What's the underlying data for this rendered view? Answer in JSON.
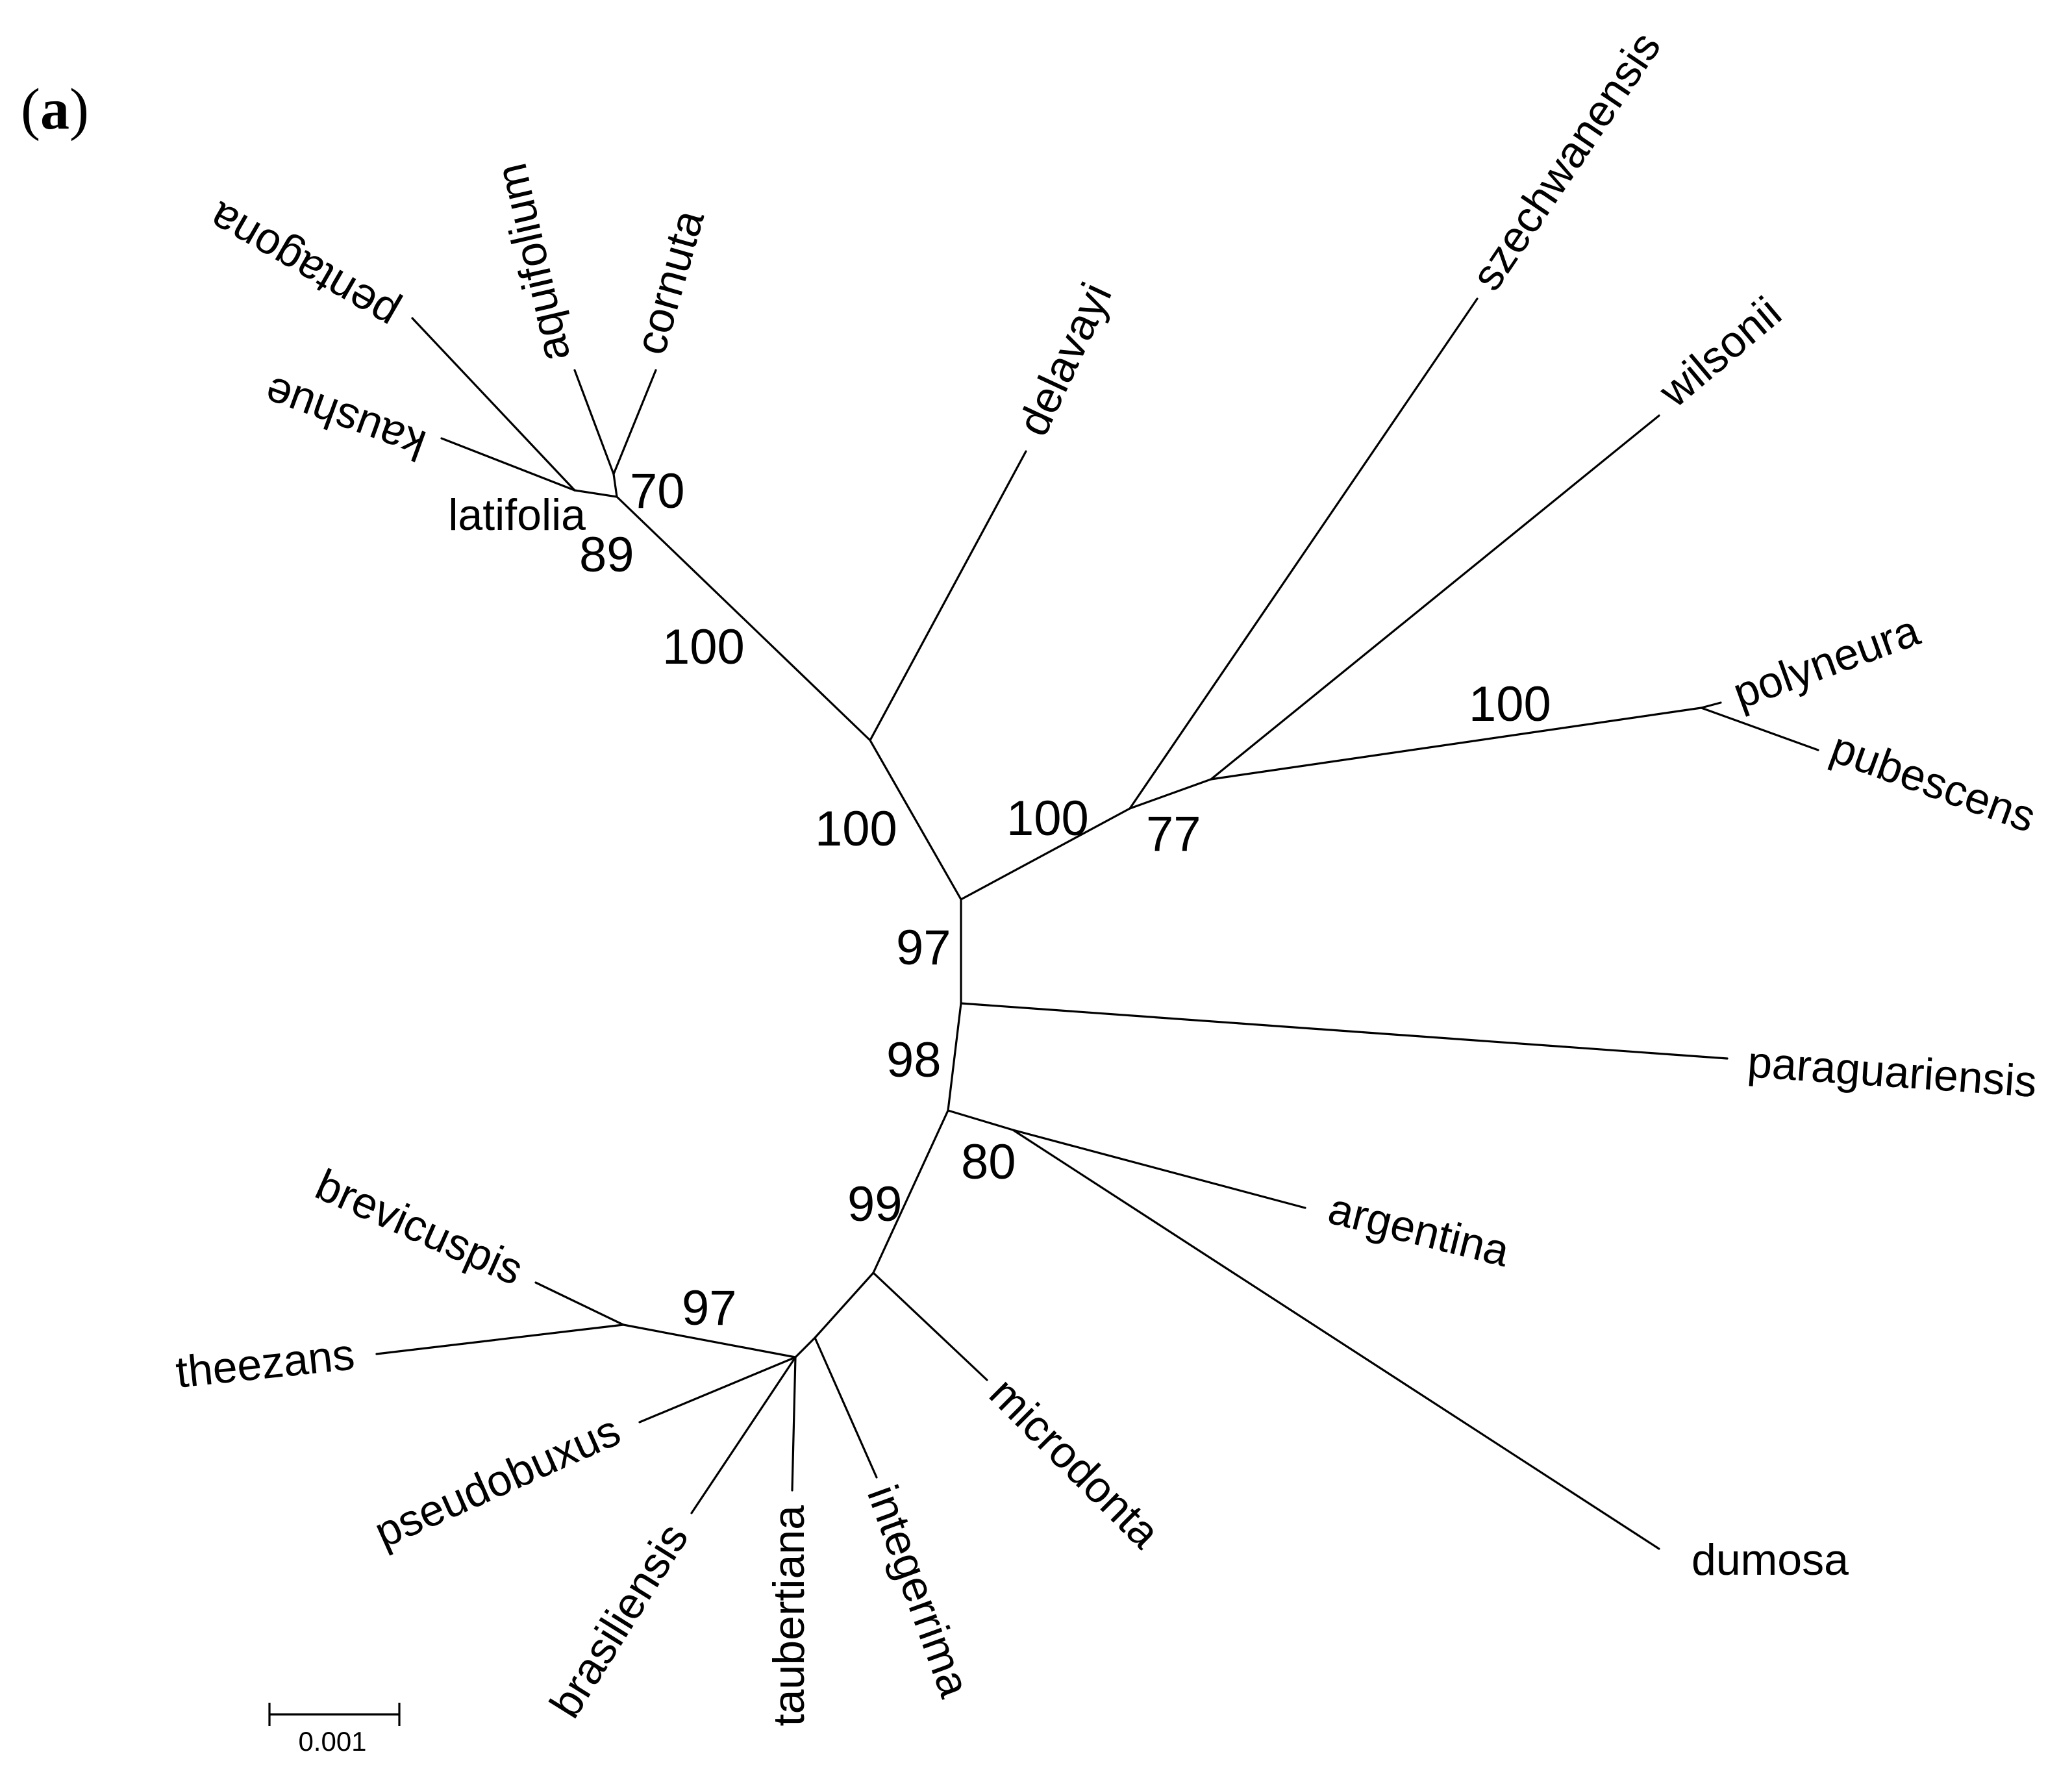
{
  "figure": {
    "panel_label": {
      "open": "(",
      "letter": "a",
      "close": ")"
    },
    "scale_bar_label": "0.001"
  },
  "taxa": [
    "pentagona",
    "aquifolium",
    "cornuta",
    "kaushue",
    "latifolia",
    "delavayi",
    "szechwanensis",
    "wilsonii",
    "polyneura",
    "pubescens",
    "paraguariensis",
    "argentina",
    "dumosa",
    "brevicuspis",
    "theezans",
    "pseudobuxus",
    "brasiliensis",
    "taubertiana",
    "integerrima",
    "microdonta"
  ],
  "support_values": [
    "70",
    "89",
    "100",
    "100",
    "100",
    "77",
    "100",
    "97",
    "98",
    "80",
    "99",
    "97"
  ],
  "colors": {
    "line": "#000000",
    "background": "#ffffff"
  }
}
